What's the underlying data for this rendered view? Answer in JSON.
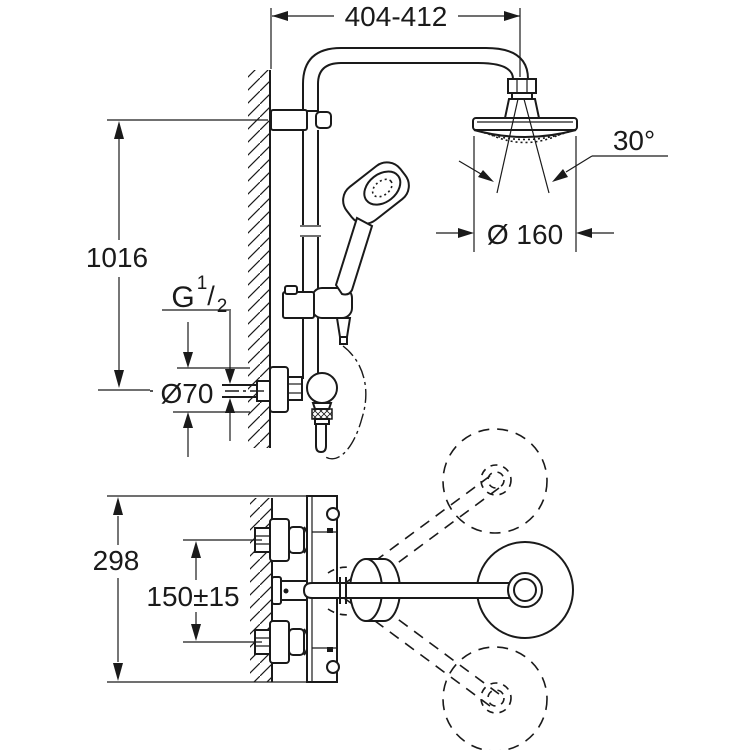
{
  "drawing": {
    "kind": "technical-installation-diagram",
    "subject": "thermostatic shower system with head shower, hand shower and swivel arm",
    "line_color": "#1a1a1a",
    "background_color": "#ffffff",
    "dimensions": {
      "top_width": "404-412",
      "rail_height": "1016",
      "spray_angle": "30°",
      "head_diameter": "Ø 160",
      "thread_letter": "G",
      "thread_numerator": "1",
      "thread_slash": "/",
      "thread_denominator": "2",
      "escutcheon_diameter": "Ø70",
      "lower_view_height": "298",
      "connection_spacing": "150±15"
    }
  }
}
